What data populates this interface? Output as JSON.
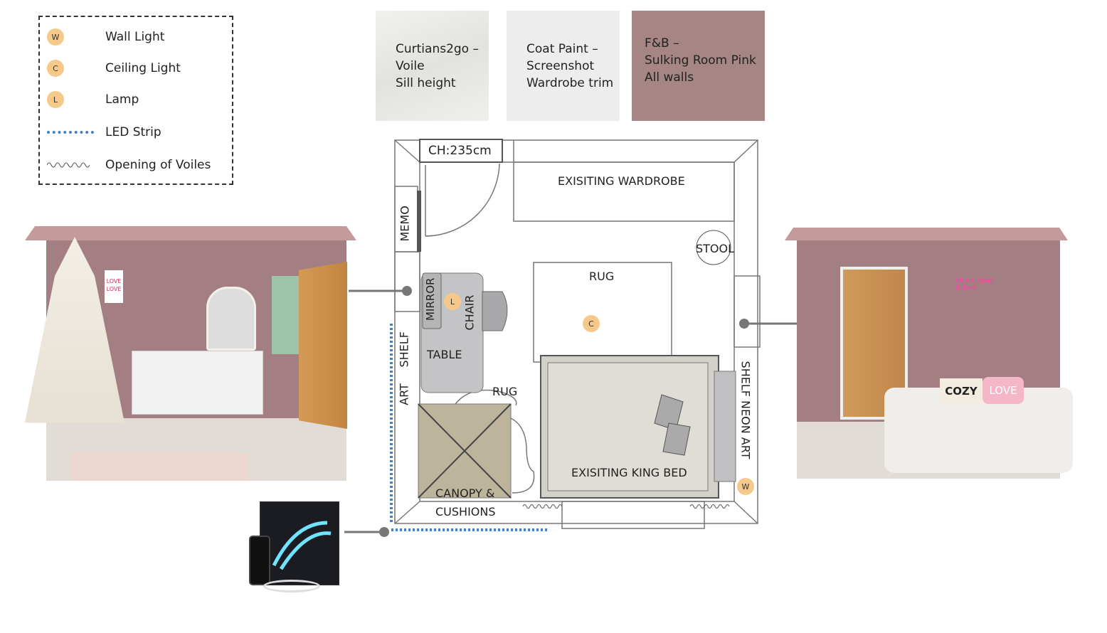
{
  "legend": {
    "items": [
      {
        "symbol": "W",
        "label": "Wall Light"
      },
      {
        "symbol": "C",
        "label": "Ceiling Light"
      },
      {
        "symbol": "L",
        "label": "Lamp"
      },
      {
        "symbol": "",
        "label": "LED Strip"
      },
      {
        "symbol": "",
        "label": "Opening of Voiles"
      }
    ]
  },
  "swatches": [
    {
      "lines": [
        "Curtians2go –",
        "Voile",
        "Sill height"
      ],
      "color": "#ececea"
    },
    {
      "lines": [
        "Coat Paint –",
        "Screenshot",
        "Wardrobe trim"
      ],
      "color": "#eeeeee"
    },
    {
      "lines": [
        "F&B –",
        "Sulking Room Pink",
        "All walls"
      ],
      "color": "#a58684"
    }
  ],
  "floorplan": {
    "ceiling_height": "CH:235cm",
    "wardrobe": "EXISITING WARDROBE",
    "stool": "STOOL",
    "rug_main": "RUG",
    "ceiling_light": "C",
    "memo": "MEMO",
    "mirror": "MIRROR",
    "lamp": "L",
    "chair": "CHAIR",
    "table": "TABLE",
    "shelf": "SHELF",
    "art": "ART",
    "rug_small": "RUG",
    "canopy": "CANOPY &",
    "cushions": "CUSHIONS",
    "bed": "EXISITING KING BED",
    "shelf_neon_art": "SHELF NEON ART",
    "wall_light": "W"
  },
  "elevations": {
    "left_posters": [
      "LOVE",
      "LOVE"
    ],
    "right_cushions": [
      "COZY",
      "LOVE"
    ],
    "right_neon": "All we need is love"
  },
  "colors": {
    "wall_pink": "#a37e82",
    "light_dot": "#f6c98a",
    "led_blue": "#4a7fc1"
  }
}
